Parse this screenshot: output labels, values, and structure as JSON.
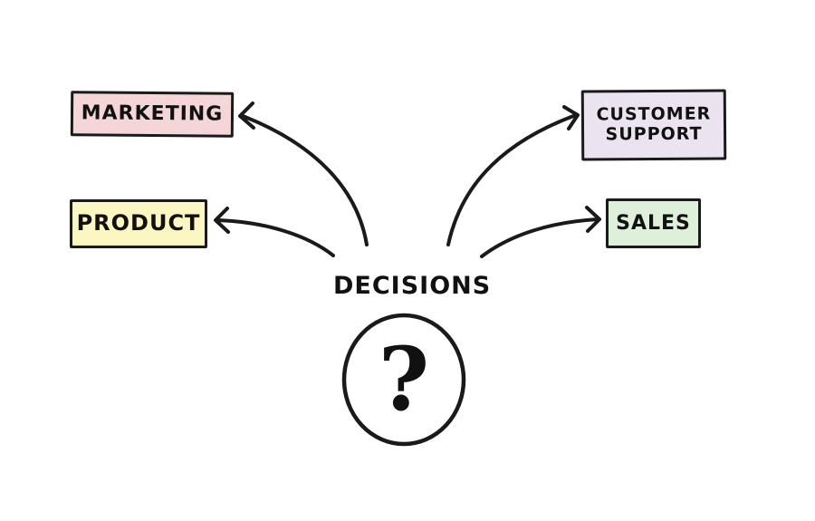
{
  "diagram": {
    "center_label": "DECISIONS",
    "center_symbol": "?",
    "nodes": {
      "marketing": {
        "label": "MARKETING",
        "fill": "#f4d6d9"
      },
      "product": {
        "label": "PRODUCT",
        "fill": "#fbf6c2"
      },
      "customer_support": {
        "line1": "CUSTOMER",
        "line2": "SUPPORT",
        "fill": "#ece3f1"
      },
      "sales": {
        "label": "SALES",
        "fill": "#dff0da"
      }
    },
    "stroke_color": "#1a1a1a"
  }
}
